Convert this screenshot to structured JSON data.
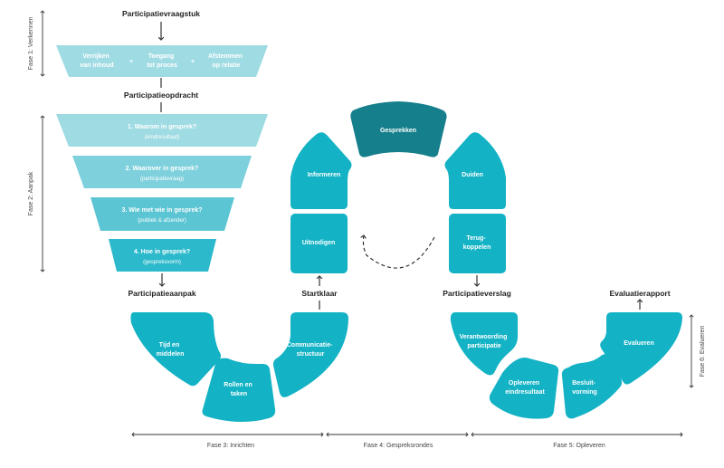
{
  "colors": {
    "teal": "#13b2c5",
    "teal_dark": "#157f8b",
    "light1": "#9fdbe3",
    "light2": "#7dd0dc",
    "light3": "#5bc5d3",
    "light4": "#2bb9cb",
    "arrow": "#333333"
  },
  "labels": {
    "participatievraagstuk": "Participatievraagstuk",
    "participatieopdracht": "Participatieopdracht",
    "participatieaanpak": "Participatieaanpak",
    "startklaar": "Startklaar",
    "participatieverslag": "Participatieverslag",
    "evaluatierapport": "Evaluatierapport"
  },
  "phase1": {
    "items": [
      {
        "line1": "Verrijken",
        "line2": "van inhoud"
      },
      {
        "line1": "Toegang",
        "line2": "tot proces"
      },
      {
        "line1": "Afstemmen",
        "line2": "op relatie"
      }
    ],
    "plus": "+"
  },
  "funnel": [
    {
      "title": "1. Waarom in gesprek?",
      "sub": "(eindresultaat)"
    },
    {
      "title": "2. Waarover in gesprek?",
      "sub": "(participatievraag)"
    },
    {
      "title": "3. Wie met wie in gesprek?",
      "sub": "(publiek & afzender)"
    },
    {
      "title": "4. Hoe in gesprek?",
      "sub": "(gespreksvorm)"
    }
  ],
  "inrichten": {
    "tijd": {
      "line1": "Tijd en",
      "line2": "middelen"
    },
    "rollen": {
      "line1": "Rollen en",
      "line2": "taken"
    },
    "communicatie": {
      "line1": "Communicatie-",
      "line2": "structuur"
    }
  },
  "ronde": {
    "uitnodigen": "Uitnodigen",
    "informeren": "Informeren",
    "gesprekken": "Gesprekken",
    "duiden": "Duiden",
    "terug": {
      "line1": "Terug-",
      "line2": "koppelen"
    }
  },
  "opleveren": {
    "verantwoording": {
      "line1": "Verantwoording",
      "line2": "participatie"
    },
    "eindresultaat": {
      "line1": "Opleveren",
      "line2": "eindresultaat"
    },
    "besluit": {
      "line1": "Besluit-",
      "line2": "vorming"
    },
    "evalueren": "Evalueren"
  },
  "phases": {
    "fase1": "Fase 1: Verkennen",
    "fase2": "Fase 2: Aanpak",
    "fase3": "Fase 3: Inrichten",
    "fase4": "Fase 4: Gespreksrondes",
    "fase5": "Fase 5: Opleveren",
    "fase6": "Fase 6: Evalueren"
  }
}
